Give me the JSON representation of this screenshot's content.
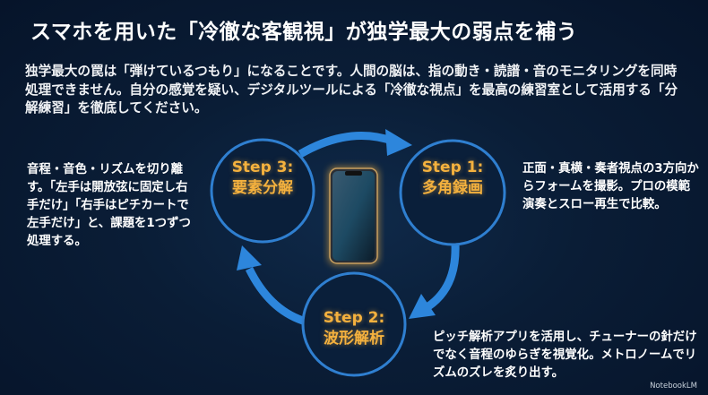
{
  "title": "スマホを用いた「冷徹な客観視」が独学最大の弱点を補う",
  "intro": "独学最大の罠は「弾けているつもり」になることです。人間の脳は、指の動き・読譜・音のモニタリングを同時処理できません。自分の感覚を疑い、デジタルツールによる「冷徹な視点」を最高の練習室として活用する「分解練習」を徹底してください。",
  "steps": [
    {
      "number": "Step 1:",
      "title": "多角録画",
      "description": "正面・真横・奏者視点の3方向からフォームを撮影。プロの模範演奏とスロー再生で比較。"
    },
    {
      "number": "Step 2:",
      "title": "波形解析",
      "description": "ピッチ解析アプリを活用し、チューナーの針だけでなく音程のゆらぎを視覚化。メトロノームでリズムのズレを炙り出す。"
    },
    {
      "number": "Step 3:",
      "title": "要素分解",
      "description": "音程・音色・リズムを切り離す。「左手は開放弦に固定し右手だけ」「右手はピチカートで左手だけ」と、課題を1つずつ処理する。"
    }
  ],
  "center_icon": "smartphone-icon",
  "brand": "NotebookLM",
  "colors": {
    "accent": "#f4b13e",
    "circle": "#2f7fd0",
    "arrow": "#2d86dc",
    "background": "#0a1d36"
  }
}
